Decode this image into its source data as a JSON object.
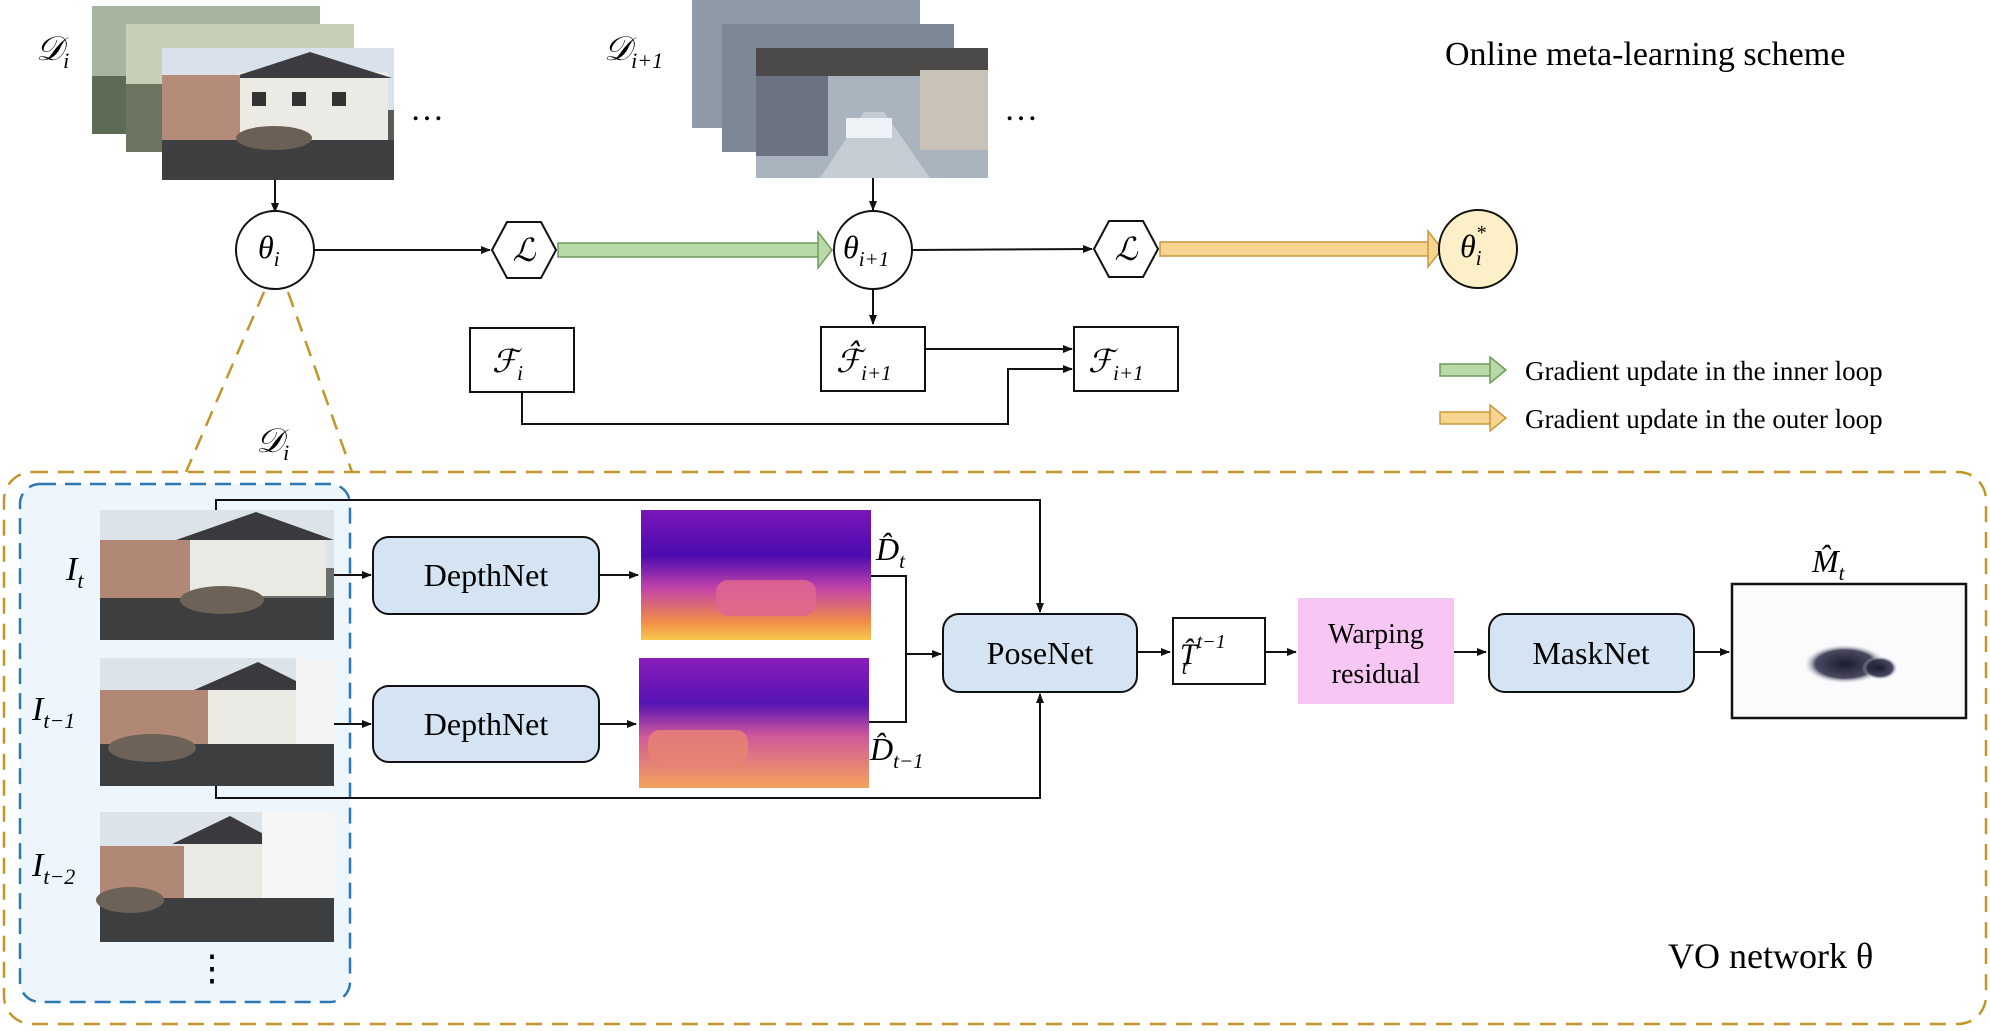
{
  "title": "Online meta-learning scheme",
  "vo_label": "VO network θ",
  "ellipsis": "…",
  "vertical_ellipsis": "⋮",
  "colors": {
    "inner_arrow": "#b9d9a8",
    "outer_arrow": "#f7d48f",
    "net_box": "#d4e4f3",
    "warp_box": "#f7c6f2",
    "dashed_gold": "#c3962b",
    "dashed_blue": "#2b78b5",
    "panel_bg": "#eef6fd",
    "theta_star": "#fdefc7"
  },
  "datasets": {
    "d_i": {
      "base": "𝒟",
      "sub": "i"
    },
    "d_i1": {
      "base": "𝒟",
      "sub": "i+1"
    },
    "d_i_vo": {
      "base": "𝒟",
      "sub": "i"
    }
  },
  "theta_nodes": {
    "theta_i": {
      "base": "θ",
      "sub": "i"
    },
    "theta_i1": {
      "base": "θ",
      "sub": "i+1"
    },
    "theta_star": {
      "base": "θ",
      "sub": "i",
      "sup": "*"
    }
  },
  "loss_nodes": {
    "loss_1": "ℒ",
    "loss_2": "ℒ"
  },
  "feature_boxes": {
    "f_i": {
      "base": "ℱ",
      "sub": "i"
    },
    "f_hat": {
      "base": "ℱ̂",
      "sub": "i+1"
    },
    "f_i1": {
      "base": "ℱ",
      "sub": "i+1"
    }
  },
  "legend": {
    "inner": "Gradient update in the inner loop",
    "outer": "Gradient update in the outer loop"
  },
  "frames": [
    {
      "base": "I",
      "sub": "t"
    },
    {
      "base": "I",
      "sub": "t−1"
    },
    {
      "base": "I",
      "sub": "t−2"
    }
  ],
  "networks": {
    "depthnet_1": "DepthNet",
    "depthnet_2": "DepthNet",
    "posenet": "PoseNet",
    "masknet": "MaskNet"
  },
  "warp": {
    "line1": "Warping",
    "line2": "residual"
  },
  "outputs": {
    "depth_t": {
      "base": "D̂",
      "sub": "t"
    },
    "depth_t1": {
      "base": "D̂",
      "sub": "t−1"
    },
    "pose": {
      "base": "T̂",
      "sub": "t",
      "sup": "t−1"
    },
    "mask": {
      "base": "M̂",
      "sub": "t"
    }
  }
}
